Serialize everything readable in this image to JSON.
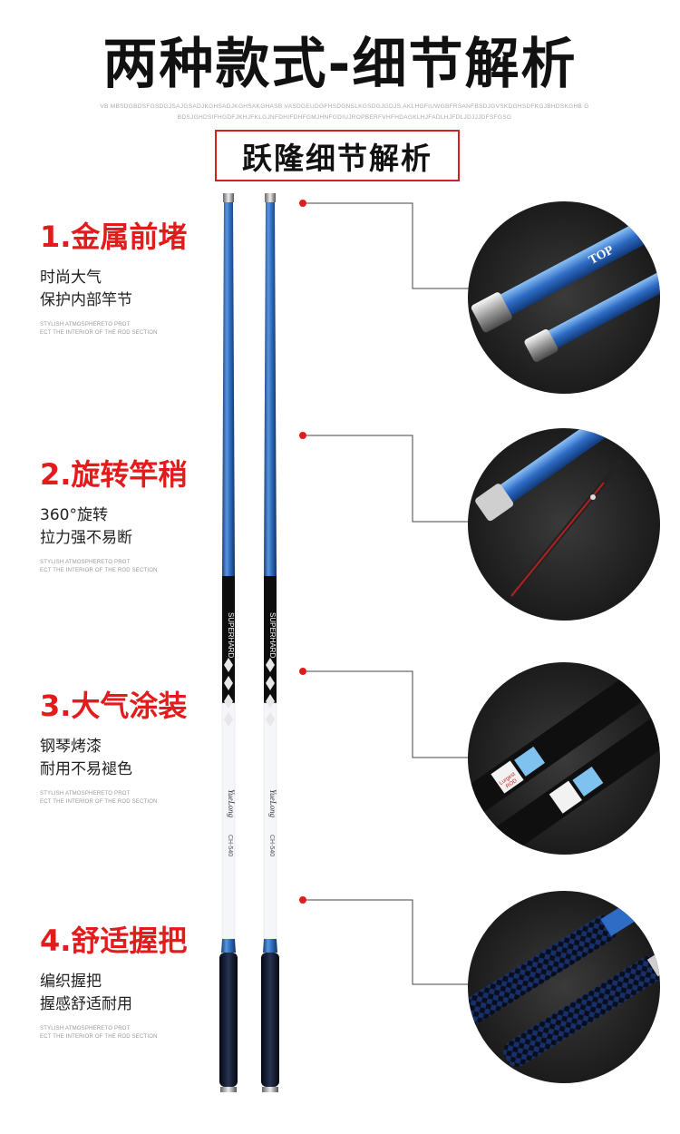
{
  "title": "两种款式-细节解析",
  "sub_letters": "VB MBSDGBDSFGSDGJSAJGSADJKGHSADJKGHSAKGHASB VASDGEUDGFHSDGNSLKGSDGJGDJS.AKLHGFIUWGBFRSANFBSDJGVSKDGHSDFKGJBHDSKGHB GBDSJGHDSIFHGDFJKHJFKLGJNFDHIFDHFGMJHNFGDIUJROPBERFVHFHDAGKLHJFADLHJFDLJDJJJDFSFGSG",
  "subtitle": "跃隆细节解析",
  "features": [
    {
      "num": "1.金属前堵",
      "line1": "时尚大气",
      "line2": "保护内部竿节",
      "small1": "STYLISH ATMOSPHERETO PROT",
      "small2": "ECT THE INTERIOR OF THE ROD SECTION"
    },
    {
      "num": "2.旋转竿稍",
      "line1": "360°旋转",
      "line2": "拉力强不易断",
      "small1": "STYLISH ATMOSPHERETO PROT",
      "small2": "ECT THE INTERIOR OF THE ROD SECTION"
    },
    {
      "num": "3.大气涂装",
      "line1": "钢琴烤漆",
      "line2": "耐用不易褪色",
      "small1": "STYLISH ATMOSPHERETO PROT",
      "small2": "ECT THE INTERIOR OF THE ROD SECTION"
    },
    {
      "num": "4.舒适握把",
      "line1": "编织握把",
      "line2": "握感舒适耐用",
      "small1": "STYLISH ATMOSPHERETO PROT",
      "small2": "ECT THE INTERIOR OF THE ROD SECTION"
    }
  ],
  "rod": {
    "brand": "SUPERHARD",
    "name": "YueLong",
    "model": "CH-540"
  },
  "detail_labels": {
    "tip_text": "TOP",
    "lure_text1": "Lurgest",
    "lure_text2": "ROD"
  },
  "colors": {
    "accent_red": "#e21c1c",
    "rod_blue": "#2f6fc0",
    "rod_black": "#111111"
  }
}
